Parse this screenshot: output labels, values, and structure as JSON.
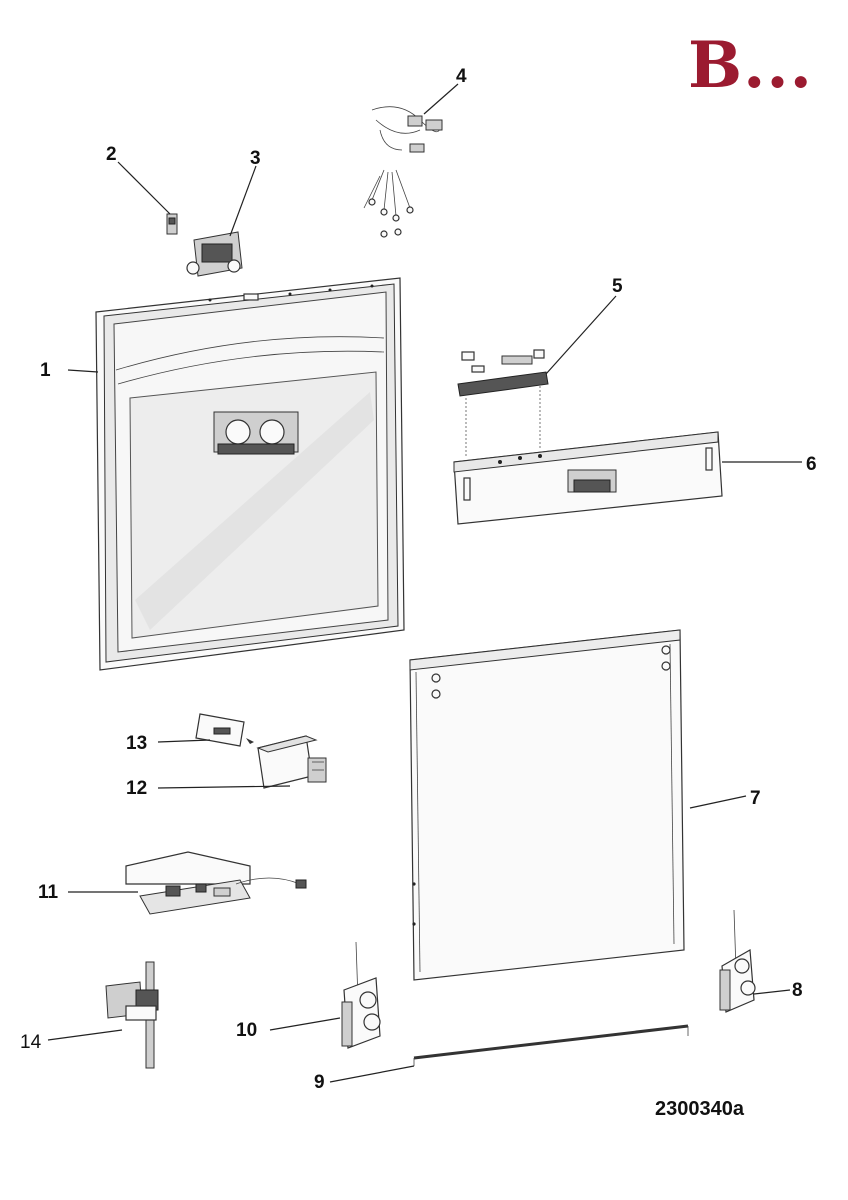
{
  "header": {
    "section_title": "B..."
  },
  "footer": {
    "reference_code": "2300340a"
  },
  "callouts": [
    "1",
    "2",
    "3",
    "4",
    "5",
    "6",
    "7",
    "8",
    "9",
    "10",
    "11",
    "12",
    "13",
    "14"
  ],
  "colors": {
    "title": "#9b1b30",
    "line": "#222222",
    "glass": "#e6e6e6"
  }
}
